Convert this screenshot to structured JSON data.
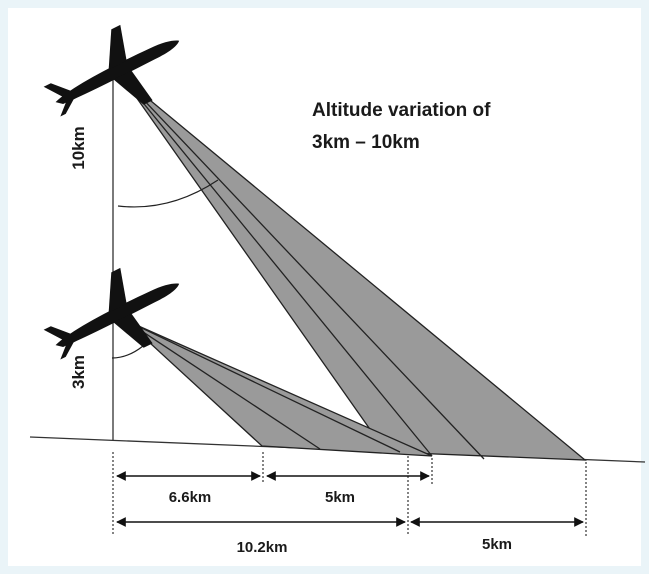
{
  "title": {
    "line1": "Altitude variation of",
    "line2": "3km – 10km"
  },
  "altitudes": {
    "high": "10km",
    "low": "3km"
  },
  "distances": {
    "d1": "6.6km",
    "d2": "5km",
    "d3": "10.2km",
    "d4": "5km"
  },
  "icons": {
    "aircraft": "airplane-icon"
  },
  "colors": {
    "beam_fill": "#9a9a9a",
    "beam_stroke": "#222222",
    "background": "#eaf4f8"
  }
}
